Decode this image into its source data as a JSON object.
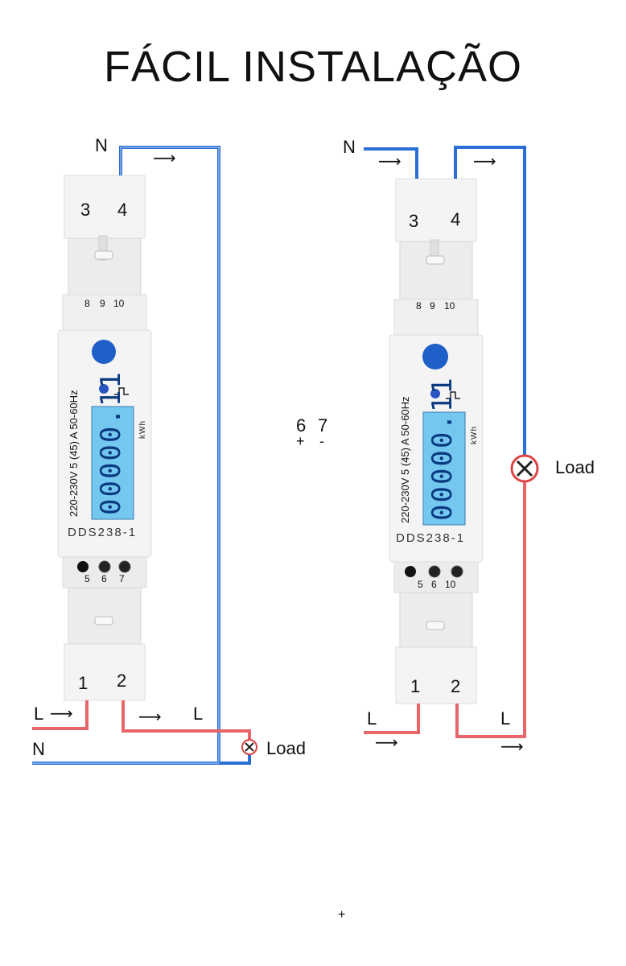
{
  "title": "FÁCIL INSTALAÇÃO",
  "center_terminals": {
    "pin_a": "6",
    "pin_b": "7",
    "sign_a": "+",
    "sign_b": "-"
  },
  "bottom_mark": "+",
  "left_meter": {
    "model": "DDS238-1",
    "spec": "220-230V 5 (45) A 50-60Hz",
    "display": "00000.11",
    "unit": "kWh",
    "top_terminals": [
      "3",
      "4"
    ],
    "top_aux": [
      "8",
      "9",
      "10"
    ],
    "bottom_aux": [
      "5",
      "6",
      "7"
    ],
    "bottom_terminals": [
      "1",
      "2"
    ],
    "labels": {
      "n_top": "N",
      "l_in": "L",
      "l_out": "L",
      "n_bottom": "N",
      "load": "Load"
    }
  },
  "right_meter": {
    "model": "DDS238-1",
    "spec": "220-230V 5 (45) A 50-60Hz",
    "display": "00000.11",
    "unit": "kWh",
    "top_terminals": [
      "3",
      "4"
    ],
    "top_aux": [
      "8",
      "9",
      "10"
    ],
    "bottom_aux": [
      "5",
      "6",
      "10"
    ],
    "bottom_terminals": [
      "1",
      "2"
    ],
    "labels": {
      "n_top": "N",
      "l_in": "L",
      "l_out": "L",
      "load": "Load"
    }
  },
  "colors": {
    "neutral_wire": "#2a6fd6",
    "live_wire": "#e8656a",
    "button": "#1f5fc8",
    "lcd": "#74c8f0",
    "meter_body": "#f2f2f2"
  }
}
